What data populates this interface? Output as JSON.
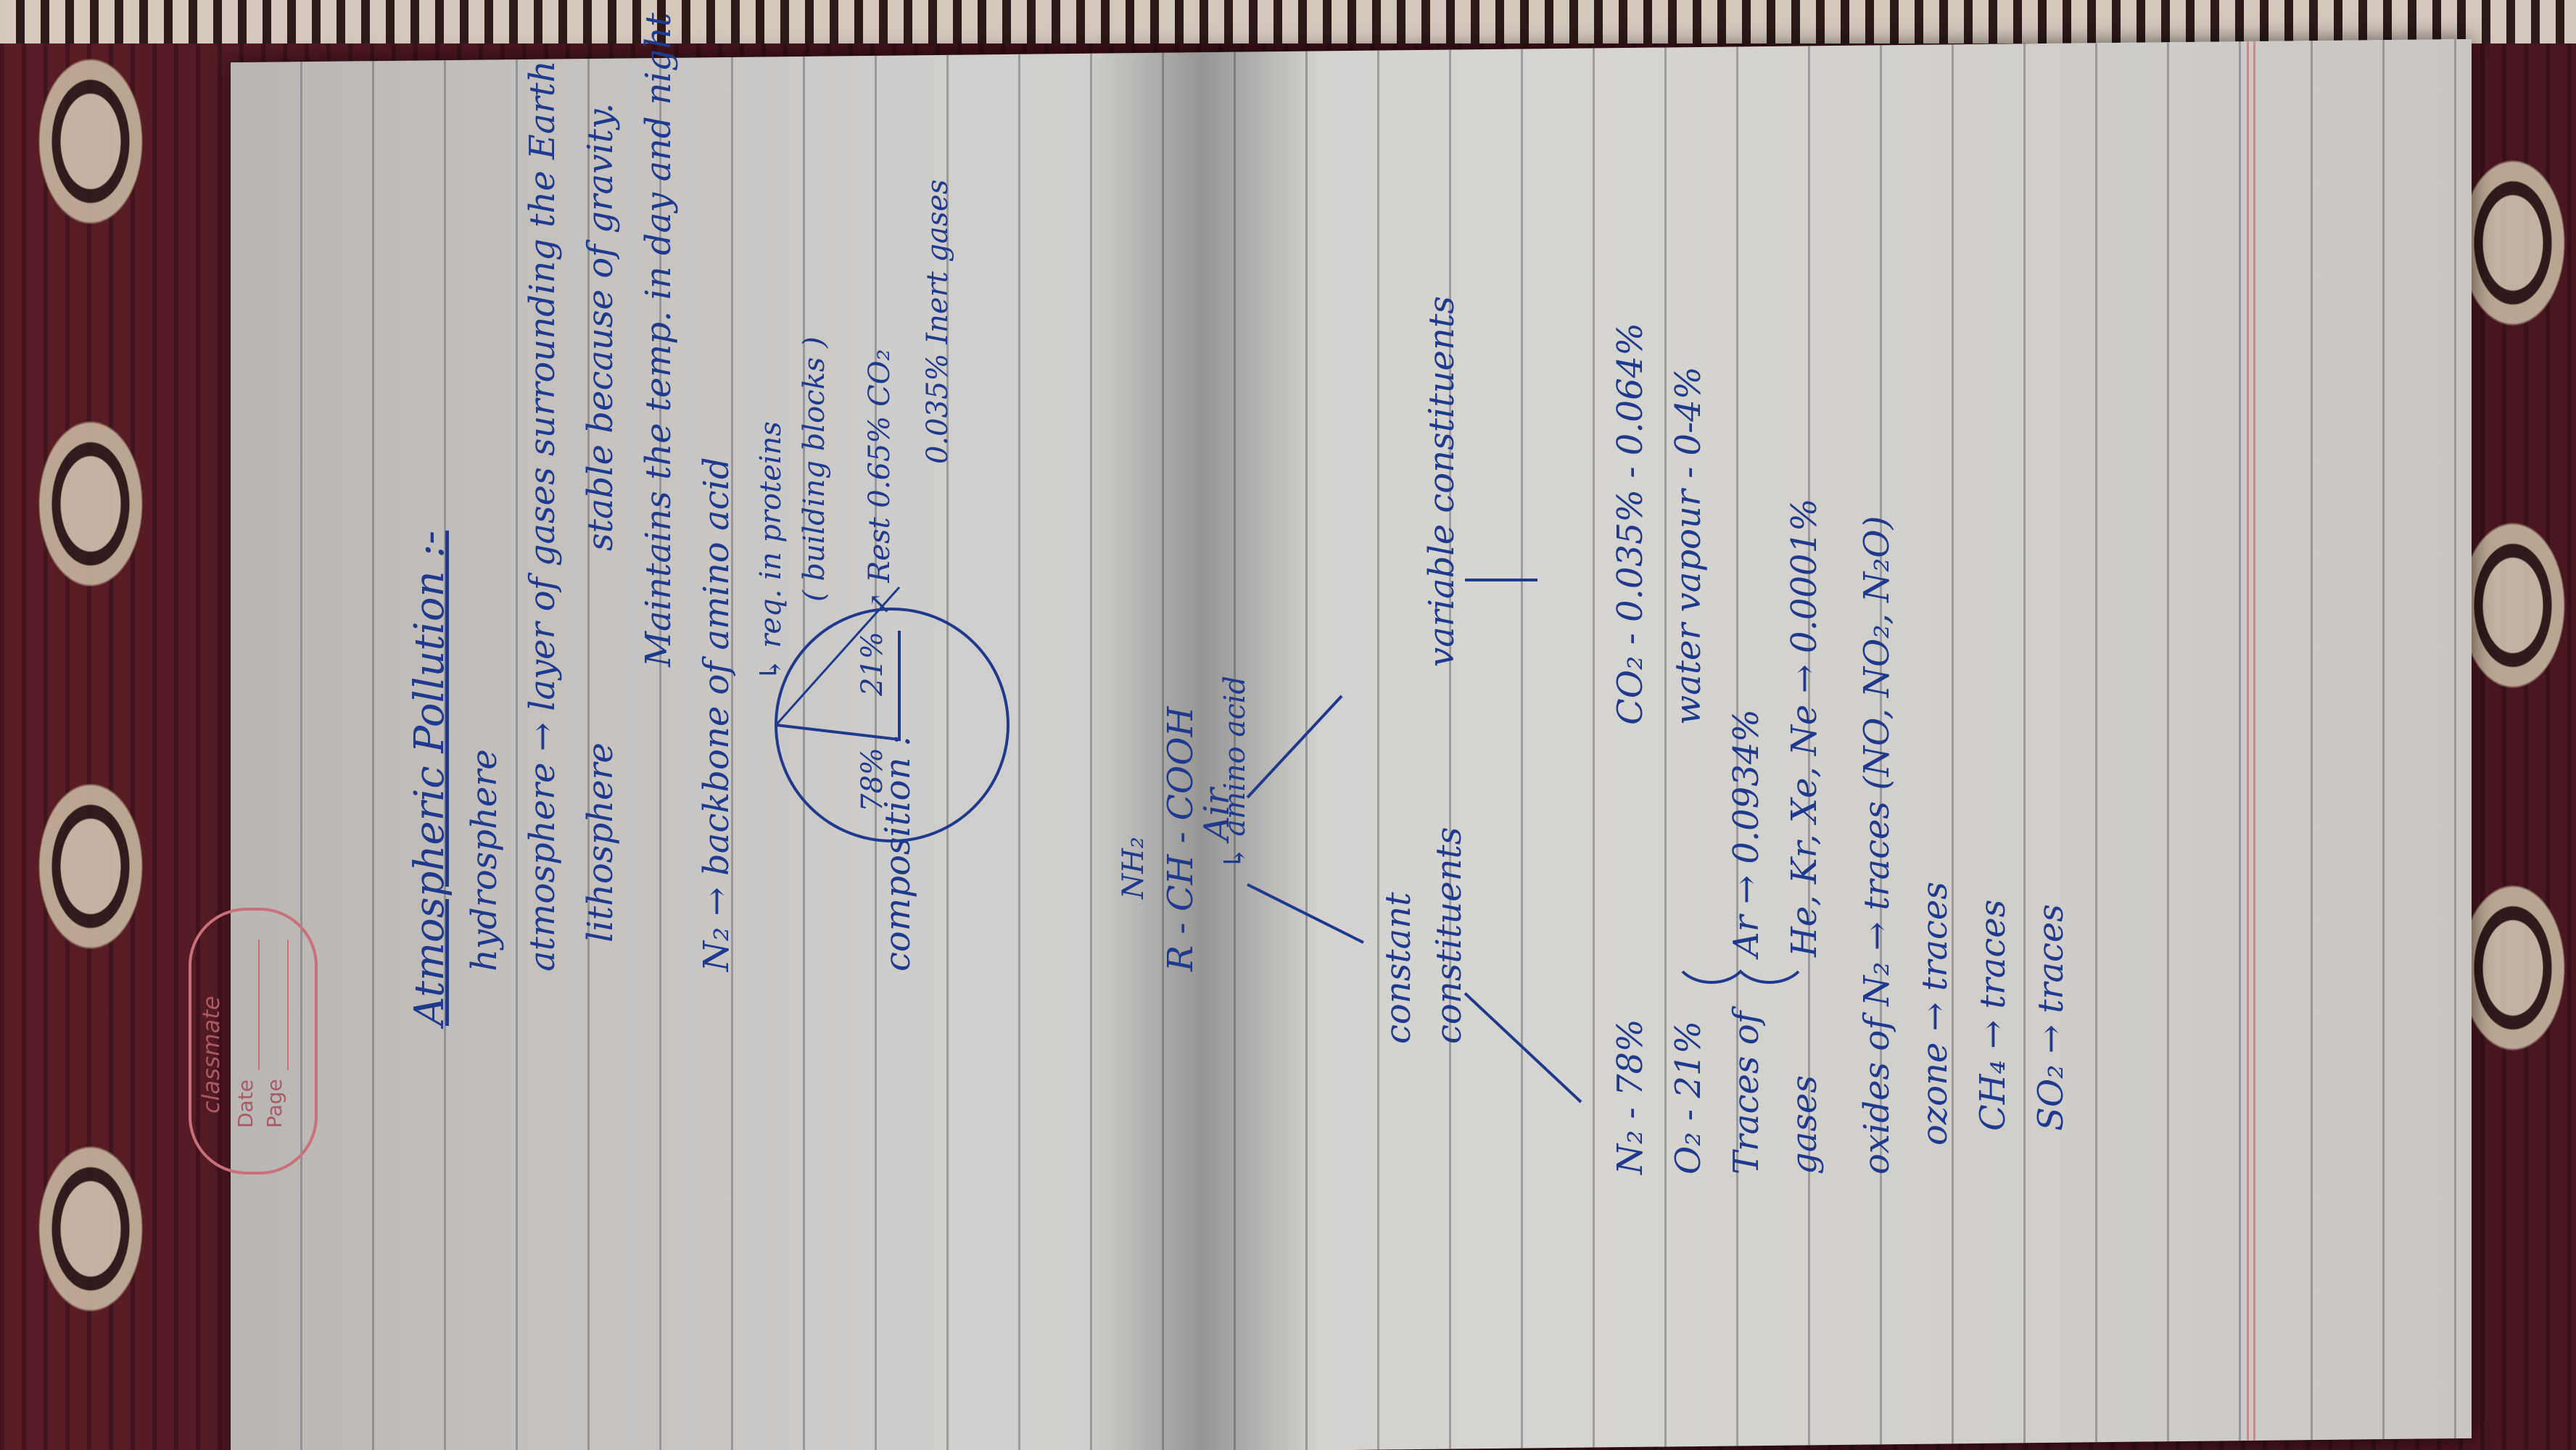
{
  "notebook": {
    "brand": "classmate",
    "date_label": "Date",
    "page_label": "Page"
  },
  "notes": {
    "title": "Atmospheric Pollution :-",
    "hydrosphere": "hydrosphere",
    "atmosphere_def": "atmosphere → layer of gases surrounding the Earth",
    "stable_line": "stable because of gravity.",
    "lithosphere": "lithosphere",
    "temp_line": "Maintains the temp. in day and night",
    "n2_backbone": "N₂ → backbone of amino acid",
    "req_proteins": "↳ req. in proteins",
    "building_blocks": "( building blocks )",
    "composition": "composition :",
    "rest": "↗ Rest   0.65% CO₂",
    "inert": "0.035% Inert gases",
    "pie_78": "78%",
    "pie_21": "21%",
    "amino_formula_top": "NH₂",
    "amino_formula": "R - CH - COOH",
    "amino_acid_label": "↳ amino acid",
    "air": "Air",
    "constant": "constant",
    "constituents": "constituents",
    "variable": "variable constituents",
    "n2_pct": "N₂ - 78%",
    "o2_pct": "O₂ - 21%",
    "co2_range": "CO₂ - 0.035% - 0.064%",
    "water_vapour": "water vapour - 0-4%",
    "traces_of": "Traces of",
    "gases": "gases",
    "ar_line": "Ar → 0.0934%",
    "he_line": "He, Kr, Xe, Ne → 0.0001%",
    "oxides": "oxides of N₂ →  traces (NO, NO₂, N₂O)",
    "ozone": "ozone → traces",
    "ch4": "CH₄ → traces",
    "so2": "SO₂ → traces"
  }
}
